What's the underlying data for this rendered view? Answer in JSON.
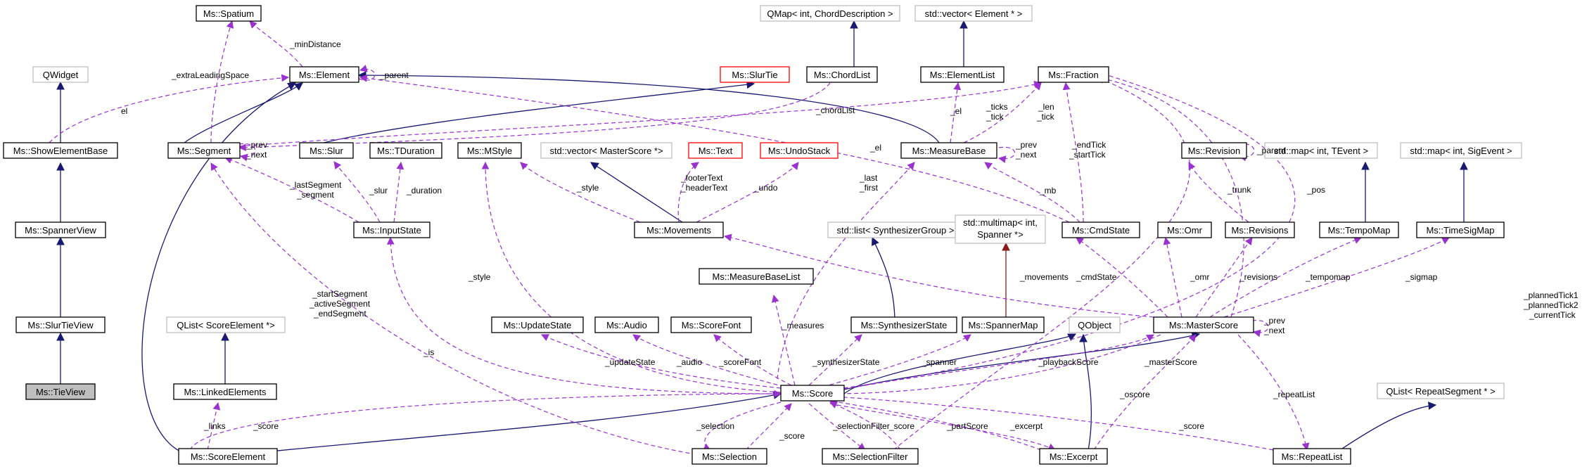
{
  "colors": {
    "inherit_edge": "#191970",
    "template_edge": "#8b1a1a",
    "usage_edge": "#9a32cd",
    "current_node_fill": "#bfbfbf",
    "external_node_border": "#bfbfbf",
    "undocumented_node_border": "#ff0000"
  },
  "nodes": [
    {
      "id": "spatium",
      "label": "Ms::Spatium"
    },
    {
      "id": "element",
      "label": "Ms::Element"
    },
    {
      "id": "qwidget",
      "label": "QWidget"
    },
    {
      "id": "showelementbase",
      "label": "Ms::ShowElementBase"
    },
    {
      "id": "spannerview",
      "label": "Ms::SpannerView"
    },
    {
      "id": "slurtieview",
      "label": "Ms::SlurTieView"
    },
    {
      "id": "tieview",
      "label": "Ms::TieView"
    },
    {
      "id": "segment",
      "label": "Ms::Segment"
    },
    {
      "id": "slur",
      "label": "Ms::Slur"
    },
    {
      "id": "tduration",
      "label": "Ms::TDuration"
    },
    {
      "id": "mstyle",
      "label": "Ms::MStyle"
    },
    {
      "id": "inputstate",
      "label": "Ms::InputState"
    },
    {
      "id": "qlistscoreelement",
      "label": "QList< ScoreElement *>"
    },
    {
      "id": "linkedelements",
      "label": "Ms::LinkedElements"
    },
    {
      "id": "scoreelement",
      "label": "Ms::ScoreElement"
    },
    {
      "id": "slurtie",
      "label": "Ms::SlurTie"
    },
    {
      "id": "qmapchord",
      "label": "QMap< int, ChordDescription >"
    },
    {
      "id": "chordlist",
      "label": "Ms::ChordList"
    },
    {
      "id": "vectormasterscore",
      "label": "std::vector< MasterScore *>"
    },
    {
      "id": "text",
      "label": "Ms::Text"
    },
    {
      "id": "undostack",
      "label": "Ms::UndoStack"
    },
    {
      "id": "movements",
      "label": "Ms::Movements"
    },
    {
      "id": "measurebaselist",
      "label": "Ms::MeasureBaseList"
    },
    {
      "id": "updatestate",
      "label": "Ms::UpdateState"
    },
    {
      "id": "audio",
      "label": "Ms::Audio"
    },
    {
      "id": "scorefont",
      "label": "Ms::ScoreFont"
    },
    {
      "id": "score",
      "label": "Ms::Score"
    },
    {
      "id": "selection",
      "label": "Ms::Selection"
    },
    {
      "id": "selectionfilter",
      "label": "Ms::SelectionFilter"
    },
    {
      "id": "vectorelement",
      "label": "std::vector< Element * >"
    },
    {
      "id": "elementlist",
      "label": "Ms::ElementList"
    },
    {
      "id": "fraction",
      "label": "Ms::Fraction"
    },
    {
      "id": "measurebase",
      "label": "Ms::MeasureBase"
    },
    {
      "id": "listsynth",
      "label": "std::list< SynthesizerGroup >"
    },
    {
      "id": "synthstate",
      "label": "Ms::SynthesizerState"
    },
    {
      "id": "multimapspanner",
      "label": "std::multimap< int,"
    },
    {
      "id": "multimapspanner2",
      "label": "Spanner *>"
    },
    {
      "id": "spannermap",
      "label": "Ms::SpannerMap"
    },
    {
      "id": "cmdstate",
      "label": "Ms::CmdState"
    },
    {
      "id": "qobject",
      "label": "QObject"
    },
    {
      "id": "masterscore",
      "label": "Ms::MasterScore"
    },
    {
      "id": "excerpt",
      "label": "Ms::Excerpt"
    },
    {
      "id": "omr",
      "label": "Ms::Omr"
    },
    {
      "id": "revision",
      "label": "Ms::Revision"
    },
    {
      "id": "revisions",
      "label": "Ms::Revisions"
    },
    {
      "id": "maptevent",
      "label": "std::map< int, TEvent >"
    },
    {
      "id": "tempomap",
      "label": "Ms::TempoMap"
    },
    {
      "id": "mapsigevent",
      "label": "std::map< int, SigEvent >"
    },
    {
      "id": "timesigmap",
      "label": "Ms::TimeSigMap"
    },
    {
      "id": "qlistrepeat",
      "label": "QList< RepeatSegment * >"
    },
    {
      "id": "repeatlist",
      "label": "Ms::RepeatList"
    }
  ],
  "edge_labels": [
    {
      "id": "mindistance",
      "text": "_minDistance"
    },
    {
      "id": "parent",
      "text": "_parent"
    },
    {
      "id": "extraleading",
      "text": "_extraLeadingSpace"
    },
    {
      "id": "el1",
      "text": "el"
    },
    {
      "id": "prev1",
      "text": "_prev"
    },
    {
      "id": "next1",
      "text": "_next"
    },
    {
      "id": "lastsegment",
      "text": "_lastSegment"
    },
    {
      "id": "segmentlbl",
      "text": "_segment"
    },
    {
      "id": "slurlbl",
      "text": "_slur"
    },
    {
      "id": "durationlbl",
      "text": "_duration"
    },
    {
      "id": "chordlistlbl",
      "text": "_chordList"
    },
    {
      "id": "stylelbl1",
      "text": "_style"
    },
    {
      "id": "footertext",
      "text": "_footerText"
    },
    {
      "id": "headertext",
      "text": "_headerText"
    },
    {
      "id": "undolbl",
      "text": "_undo"
    },
    {
      "id": "el2",
      "text": "_el"
    },
    {
      "id": "el3",
      "text": "_el"
    },
    {
      "id": "ticks",
      "text": "_ticks"
    },
    {
      "id": "tick1",
      "text": "_tick"
    },
    {
      "id": "len",
      "text": "_len"
    },
    {
      "id": "tick2",
      "text": "_tick"
    },
    {
      "id": "last",
      "text": "_last"
    },
    {
      "id": "first",
      "text": "_first"
    },
    {
      "id": "prev2",
      "text": "_prev"
    },
    {
      "id": "next2",
      "text": "_next"
    },
    {
      "id": "endtick",
      "text": "_endTick"
    },
    {
      "id": "starttick",
      "text": "_startTick"
    },
    {
      "id": "mblbl",
      "text": "_mb"
    },
    {
      "id": "parent2",
      "text": "_parent"
    },
    {
      "id": "trunk",
      "text": "_trunk"
    },
    {
      "id": "pos",
      "text": "_pos"
    },
    {
      "id": "plannedtick1",
      "text": "_plannedTick1"
    },
    {
      "id": "plannedtick2",
      "text": "_plannedTick2"
    },
    {
      "id": "currenttick",
      "text": "_currentTick"
    },
    {
      "id": "movementslbl",
      "text": "_movements"
    },
    {
      "id": "cmdstatelbl",
      "text": "_cmdState"
    },
    {
      "id": "omrlbl",
      "text": "_omr"
    },
    {
      "id": "revisionslbl",
      "text": "_revisions"
    },
    {
      "id": "tempomaplbl",
      "text": "_tempomap"
    },
    {
      "id": "sigmaplbl",
      "text": "_sigmap"
    },
    {
      "id": "prev3",
      "text": "_prev"
    },
    {
      "id": "next3",
      "text": "_next"
    },
    {
      "id": "stylelbl2",
      "text": "_style"
    },
    {
      "id": "islbl",
      "text": "_is"
    },
    {
      "id": "startsegment",
      "text": "_startSegment"
    },
    {
      "id": "activesegment",
      "text": "_activeSegment"
    },
    {
      "id": "endsegment",
      "text": "_endSegment"
    },
    {
      "id": "measureslbl",
      "text": "_measures"
    },
    {
      "id": "updatestatelbl",
      "text": "_updateState"
    },
    {
      "id": "audiolbl",
      "text": "_audio"
    },
    {
      "id": "scorefontlbl",
      "text": "_scoreFont"
    },
    {
      "id": "synthstatelbl",
      "text": "_synthesizerState"
    },
    {
      "id": "spannerlbl",
      "text": "_spanner"
    },
    {
      "id": "playbackscore",
      "text": "_playbackScore"
    },
    {
      "id": "masterscorelbl",
      "text": "_masterScore"
    },
    {
      "id": "repeatlistlbl",
      "text": "_repeatList"
    },
    {
      "id": "links",
      "text": "_links"
    },
    {
      "id": "scorelbl1",
      "text": "_score"
    },
    {
      "id": "selectionlbl",
      "text": "_selection"
    },
    {
      "id": "scorelbl2",
      "text": "_score"
    },
    {
      "id": "selectionfilterlbl",
      "text": "_selectionFilter"
    },
    {
      "id": "scorelbl3",
      "text": "_score"
    },
    {
      "id": "partscore",
      "text": "_partScore"
    },
    {
      "id": "excerptlbl",
      "text": "_excerpt"
    },
    {
      "id": "oscore",
      "text": "_oscore"
    },
    {
      "id": "scorelbl4",
      "text": "_score"
    }
  ]
}
